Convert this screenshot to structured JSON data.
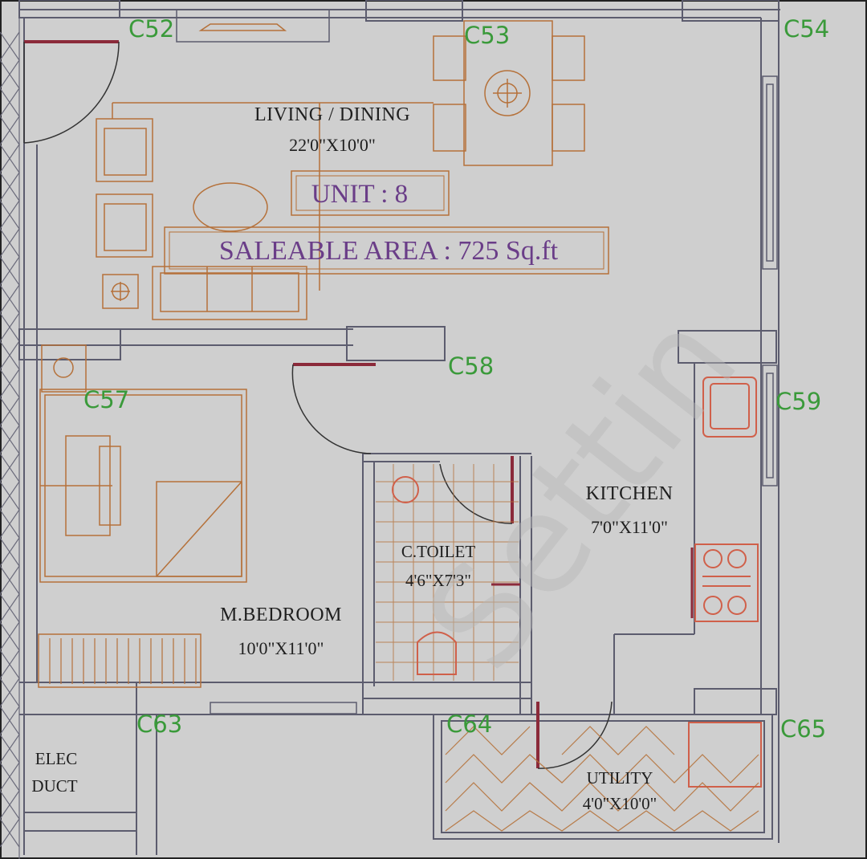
{
  "plan": {
    "unit_label": "UNIT : 8",
    "saleable_area": "SALEABLE AREA : 725 Sq.ft",
    "watermark": "Settin",
    "rooms": {
      "living": {
        "name": "LIVING / DINING",
        "size": "22'0\"X10'0\""
      },
      "bedroom": {
        "name": "M.BEDROOM",
        "size": "10'0\"X11'0\""
      },
      "toilet": {
        "name": "C.TOILET",
        "size": "4'6\"X7'3\""
      },
      "kitchen": {
        "name": "KITCHEN",
        "size": "7'0\"X11'0\""
      },
      "utility": {
        "name": "UTILITY",
        "size": "4'0\"X10'0\""
      },
      "duct": {
        "line1": "ELEC",
        "line2": "DUCT"
      }
    },
    "columns": {
      "c52": "C52",
      "c53": "C53",
      "c54": "C54",
      "c57": "C57",
      "c58": "C58",
      "c59": "C59",
      "c63": "C63",
      "c64": "C64",
      "c65": "C65"
    },
    "colors": {
      "background": "#cfcfcf",
      "wall": "#5c5c6e",
      "furniture": "#b5713a",
      "column_label": "#3a9a3a",
      "unit_text": "#6a3d88",
      "door": "#8b2a3a",
      "fixture": "#d0604a"
    }
  }
}
